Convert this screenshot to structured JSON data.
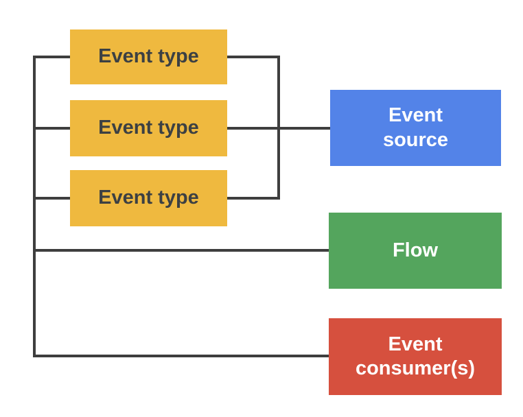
{
  "diagram": {
    "colors": {
      "background": "#FFFFFF",
      "connector": "#3E3E3E",
      "event_type_fill": "#EFB93F",
      "event_type_text": "#3C4043",
      "event_source_fill": "#5383E8",
      "flow_fill": "#54A55D",
      "event_consumers_fill": "#D6503E",
      "light_text": "#FFFFFF"
    },
    "nodes": {
      "event_type_1": {
        "label": "Event type"
      },
      "event_type_2": {
        "label": "Event type"
      },
      "event_type_3": {
        "label": "Event type"
      },
      "event_source": {
        "label": "Event\nsource"
      },
      "flow": {
        "label": "Flow"
      },
      "event_consumers": {
        "label": "Event\nconsumer(s)"
      }
    },
    "connections": {
      "left_bus_links": [
        "event_type_1",
        "event_type_2",
        "event_type_3",
        "flow",
        "event_consumers"
      ],
      "right_bus_links": [
        "event_type_1",
        "event_type_2",
        "event_type_3"
      ],
      "right_bus_target": "event_source"
    }
  }
}
